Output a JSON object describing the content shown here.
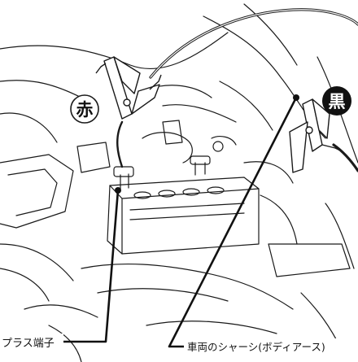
{
  "diagram": {
    "badges": {
      "red_clamp": "赤",
      "black_clamp": "黒"
    },
    "callouts": {
      "plus_terminal": "プラス端子",
      "chassis_ground": "車両のシャーシ(ボディアース)"
    },
    "colors": {
      "line": "#1a1a1a",
      "badge_black_fill": "#111111",
      "badge_text_light": "#ffffff",
      "background": "#ffffff"
    }
  }
}
